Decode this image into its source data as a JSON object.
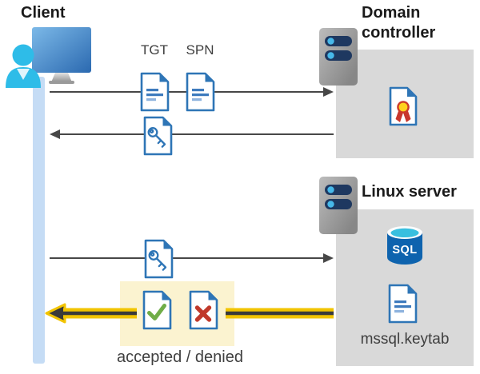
{
  "palette": {
    "doc_blue": "#2E75B6",
    "box_grey": "#D9D9D9",
    "timeline_blue": "#C5DCF5",
    "highlight_cream": "#FBF3D0",
    "arrow_grey": "#474747",
    "arrow_yellow": "#F2C400",
    "arrow_dark": "#3A3A3A",
    "accepted_green": "#70AD47",
    "denied_red": "#C0392B",
    "person_cyan": "#2EBCE8",
    "server_navy": "#1E3860",
    "sql_blue": "#0E63AE"
  },
  "client": {
    "label": "Client"
  },
  "domain_controller": {
    "label": "Domain controller"
  },
  "linux_server": {
    "label": "Linux server",
    "sql_badge": "SQL",
    "keytab_label": "mssql.keytab"
  },
  "flow": {
    "tgt_label": "TGT",
    "spn_label": "SPN",
    "result_label": "accepted / denied"
  },
  "icons": [
    "client-user-workstation-icon",
    "server-icon",
    "certificate-icon",
    "tgt-ticket-document-icon",
    "spn-document-icon",
    "key-document-icon",
    "sql-database-icon",
    "keytab-document-icon",
    "accepted-check-document-icon",
    "denied-x-document-icon",
    "request-arrow",
    "response-arrow",
    "highlighted-response-arrow"
  ]
}
